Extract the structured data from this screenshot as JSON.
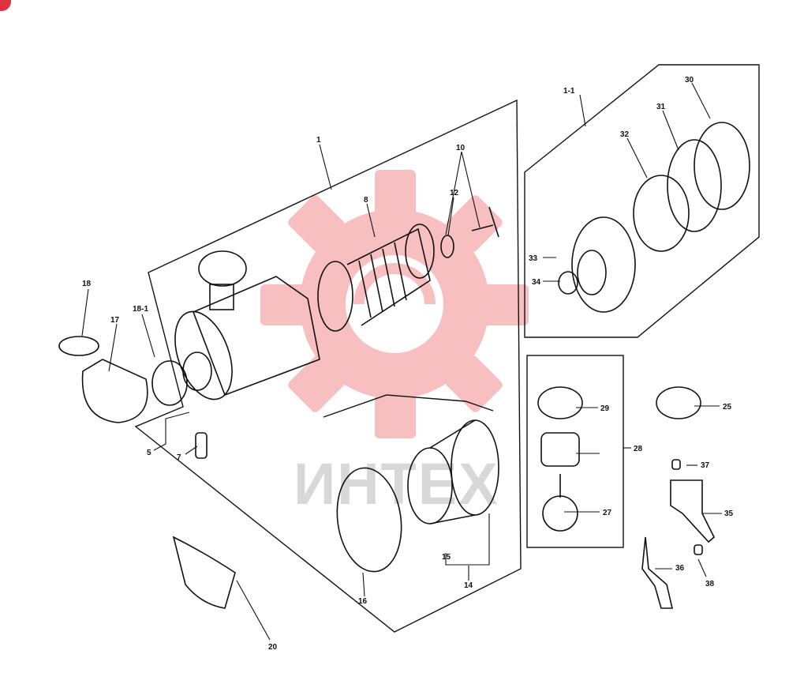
{
  "watermark": {
    "text": "ИНТЕХ",
    "color": "#f28c8c"
  },
  "accent": "#e0323c",
  "labels": {
    "l1": "1",
    "l1_1": "1-1",
    "l5": "5",
    "l7": "7",
    "l8": "8",
    "l10": "10",
    "l12": "12",
    "l14": "14",
    "l15": "15",
    "l16": "16",
    "l17": "17",
    "l18": "18",
    "l18_1": "18-1",
    "l20": "20",
    "l25": "25",
    "l27": "27",
    "l28": "28",
    "l29": "29",
    "l30": "30",
    "l31": "31",
    "l32": "32",
    "l33": "33",
    "l34": "34",
    "l35": "35",
    "l36": "36",
    "l37": "37",
    "l38": "38"
  }
}
